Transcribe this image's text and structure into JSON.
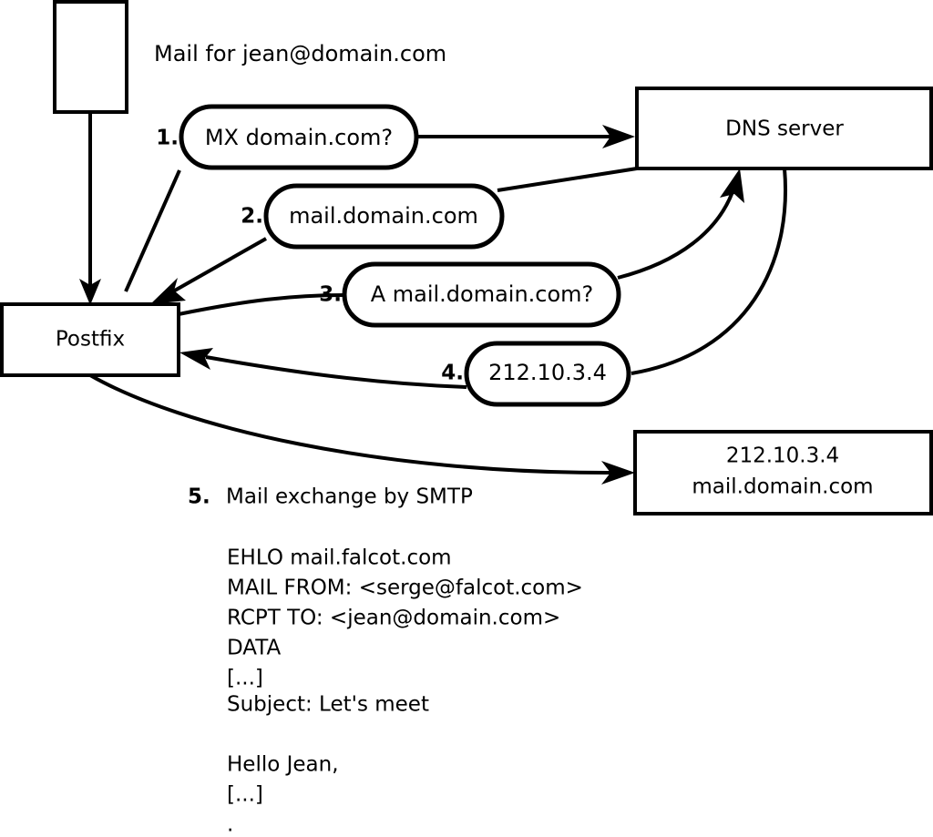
{
  "diagram": {
    "title_text": "Mail for jean@domain.com",
    "nodes": [
      {
        "id": "source",
        "label": ""
      },
      {
        "id": "postfix",
        "label": "Postfix"
      },
      {
        "id": "dns",
        "label": "DNS server"
      },
      {
        "id": "mailserver_line1",
        "label": "212.10.3.4"
      },
      {
        "id": "mailserver_line2",
        "label": "mail.domain.com"
      }
    ],
    "steps": [
      {
        "num": "1.",
        "label": "MX domain.com?"
      },
      {
        "num": "2.",
        "label": "mail.domain.com"
      },
      {
        "num": "3.",
        "label": "A mail.domain.com?"
      },
      {
        "num": "4.",
        "label": "212.10.3.4"
      }
    ],
    "caption": {
      "num": "5.",
      "text": "Mail exchange by SMTP"
    },
    "transcript": [
      "EHLO mail.falcot.com",
      "MAIL FROM: <serge@falcot.com>",
      "RCPT TO: <jean@domain.com>",
      "DATA",
      "[...]",
      "Subject: Let's meet",
      "",
      "Hello Jean,",
      "[...]",
      "."
    ],
    "colors": {
      "stroke": "#000000",
      "fill": "#ffffff",
      "text": "#000000"
    }
  }
}
